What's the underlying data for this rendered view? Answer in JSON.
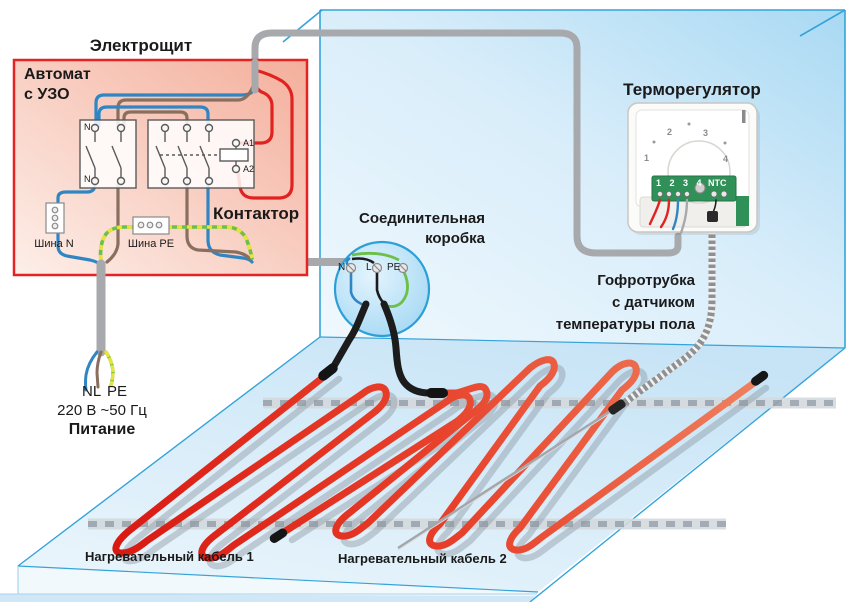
{
  "panel": {
    "title": "Электрощит",
    "device_label_line1": "Автомат",
    "device_label_line2": "с УЗО",
    "contactor_label": "Контактор",
    "bus_n": "Шина N",
    "bus_pe": "Шина PE",
    "breaker_n_top": "N",
    "breaker_n_bottom": "N",
    "coil_a1": "A1",
    "coil_a2": "A2"
  },
  "supply": {
    "nl": "NL",
    "pe": "PE",
    "voltage": "220 В ~50 Гц",
    "label": "Питание"
  },
  "junction_box": {
    "title_line1": "Соединительная",
    "title_line2": "коробка",
    "terminal_n": "N",
    "terminal_l": "L",
    "terminal_pe": "PE"
  },
  "thermostat": {
    "title": "Терморегулятор",
    "dial": [
      "1",
      "2",
      "3",
      "4"
    ],
    "pcb_terminals": "1 2 3 4",
    "pcb_sensor": "NTC"
  },
  "sensor": {
    "line1": "Гофротрубка",
    "line2": "с датчиком",
    "line3": "температуры пола"
  },
  "floor": {
    "cable1": "Нагревательный кабель 1",
    "cable2": "Нагревательный кабель 2"
  },
  "palette": {
    "wall_line": "#35a3da",
    "panel_border": "#e52322",
    "wire_blue": "#2f86c2",
    "wire_brown": "#8a6f5e",
    "wire_red": "#e02320",
    "wire_green": "#6cbf47",
    "wire_yellow": "#e8e23a",
    "cable_grey": "#a7a9ac",
    "heating_red": "#e02318",
    "cold_lead_black": "#1c1c1c"
  }
}
